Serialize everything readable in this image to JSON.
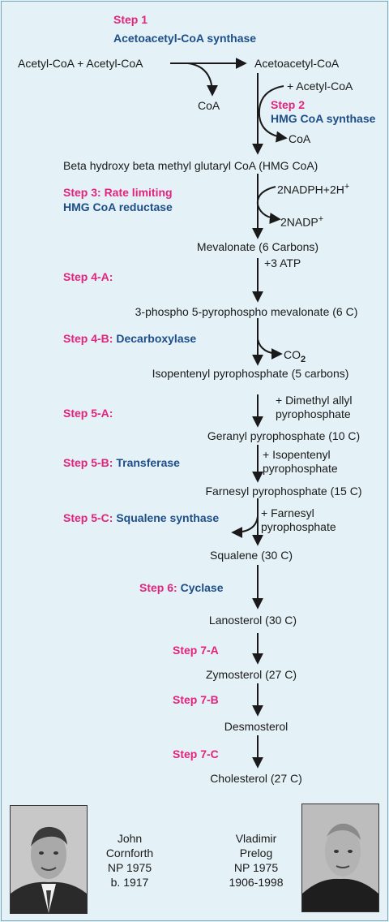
{
  "steps": {
    "s1_label": "Step 1",
    "s1_enzyme": "Acetoacetyl-CoA synthase",
    "s2_label": "Step 2",
    "s2_enzyme": "HMG CoA synthase",
    "s3_label": "Step 3: Rate limiting",
    "s3_enzyme": "HMG CoA reductase",
    "s4a_label": "Step 4-A:",
    "s4b_label": "Step 4-B:",
    "s4b_enzyme": "Decarboxylase",
    "s5a_label": "Step 5-A:",
    "s5b_label": "Step 5-B:",
    "s5b_enzyme": "Transferase",
    "s5c_label": "Step 5-C:",
    "s5c_enzyme": "Squalene synthase",
    "s6_label": "Step 6:",
    "s6_enzyme": "Cyclase",
    "s7a_label": "Step 7-A",
    "s7b_label": "Step 7-B",
    "s7c_label": "Step 7-C"
  },
  "compounds": {
    "acetyl_pair": "Acetyl-CoA + Acetyl-CoA",
    "acetoacetyl": "Acetoacetyl-CoA",
    "coa1": "CoA",
    "plus_acetyl": "+ Acetyl-CoA",
    "coa2": "CoA",
    "hmgcoa": "Beta hydroxy beta methyl glutaryl CoA (HMG CoA)",
    "nadph": "2NADPH+2H",
    "nadph_sup": "+",
    "nadp": "2NADP",
    "nadp_sup": "+",
    "mevalonate": "Mevalonate (6 Carbons)",
    "atp": "+3 ATP",
    "phosphomev": "3-phospho 5-pyrophospho mevalonate (6 C)",
    "co2": "CO",
    "co2_sub": "2",
    "ipp": "Isopentenyl pyrophosphate (5 carbons)",
    "dmapp_1": "+ Dimethyl allyl",
    "dmapp_2": "pyrophosphate",
    "geranyl": "Geranyl pyrophosphate (10 C)",
    "ipp2_1": "+ Isopentenyl",
    "ipp2_2": "pyrophosphate",
    "farnesyl": "Farnesyl pyrophosphate (15 C)",
    "farn2_1": "+ Farnesyl",
    "farn2_2": "pyrophosphate",
    "squalene": "Squalene (30 C)",
    "lanosterol": "Lanosterol (30 C)",
    "zymosterol": "Zymosterol (27 C)",
    "desmosterol": "Desmosterol",
    "cholesterol": "Cholesterol (27 C)"
  },
  "people": [
    {
      "name": "John",
      "surname": "Cornforth",
      "award": "NP 1975",
      "dates": "b. 1917"
    },
    {
      "name": "Vladimir",
      "surname": "Prelog",
      "award": "NP 1975",
      "dates": "1906-1998"
    }
  ],
  "colors": {
    "background": "#e4f1f6",
    "step": "#e2247d",
    "enzyme": "#1d4e89",
    "arrow": "#1a1a1a"
  }
}
